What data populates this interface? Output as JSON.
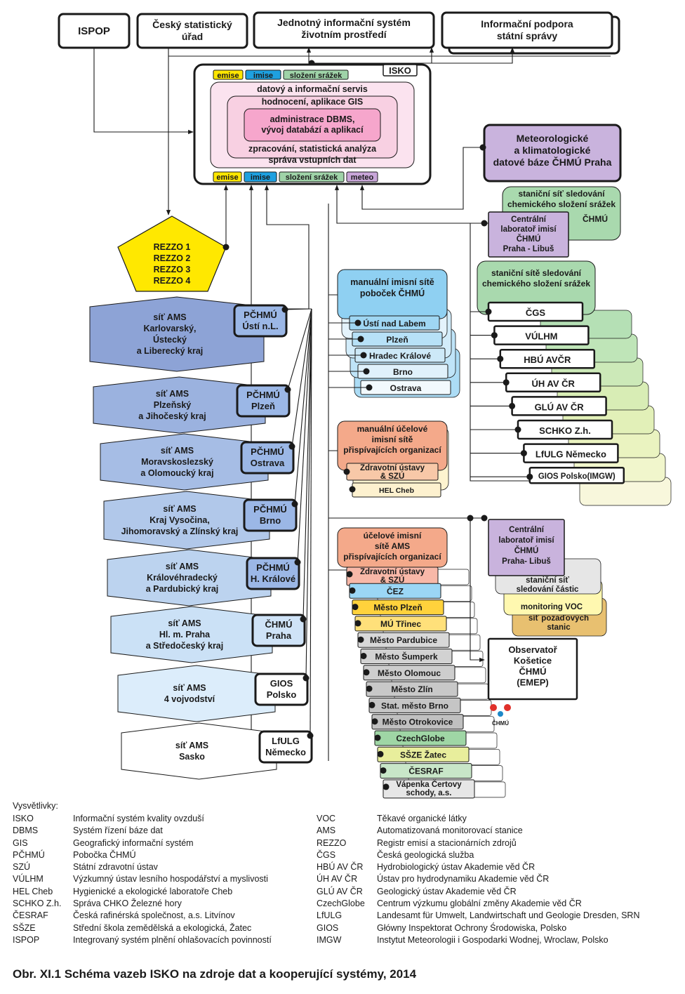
{
  "top": {
    "ispop": "ISPOP",
    "csu": [
      "Český statistický",
      "úřad"
    ],
    "jis": [
      "Jednotný informační systém",
      "životním prostředí"
    ],
    "ipss": [
      "Informační podpora",
      "státní správy"
    ]
  },
  "isko": {
    "title": "ISKO",
    "tags_top": [
      "emise",
      "imise",
      "složení srážek"
    ],
    "tags_bottom": [
      "emise",
      "imise",
      "složení srážek",
      "meteo"
    ],
    "layers": [
      "datový a informační servis",
      "hodnocení, aplikace GIS",
      "administrace DBMS,",
      "vývoj databází a aplikací",
      "zpracování, statistická analýza",
      "správa vstupních dat"
    ]
  },
  "meteo_db": [
    "Meteorologické",
    "a klimatologické",
    "datové báze ČHMÚ Praha"
  ],
  "rezzo": [
    "REZZO 1",
    "REZZO 2",
    "REZZO 3",
    "REZZO 4"
  ],
  "ams_networks": [
    {
      "lines": [
        "síť AMS",
        "Karlovarský,",
        "Ústecký",
        "a Liberecký kraj"
      ],
      "branch": [
        "PČHMÚ",
        "Ústí n.L."
      ],
      "fill": "#8da3d6"
    },
    {
      "lines": [
        "síť AMS",
        "Plzeňský",
        "a Jihočeský kraj"
      ],
      "branch": [
        "PČHMÚ",
        "Plzeň"
      ],
      "fill": "#9bb2df"
    },
    {
      "lines": [
        "síť AMS",
        "Moravskoslezský",
        "a Olomoucký kraj"
      ],
      "branch": [
        "PČHMÚ",
        "Ostrava"
      ],
      "fill": "#a6bde5"
    },
    {
      "lines": [
        "síť AMS",
        "Kraj Vysočina,",
        "Jihomoravský a Zlínský kraj"
      ],
      "branch": [
        "PČHMÚ",
        "Brno"
      ],
      "fill": "#b1c8ea"
    },
    {
      "lines": [
        "síť AMS",
        "Královéhradecký",
        "a Pardubický kraj"
      ],
      "branch": [
        "PČHMÚ",
        "H. Králové"
      ],
      "fill": "#bcd3ef"
    },
    {
      "lines": [
        "síť AMS",
        "Hl. m. Praha",
        "a Středočeský kraj"
      ],
      "branch": [
        "ČHMÚ",
        "Praha"
      ],
      "fill": "#cbe1f6"
    },
    {
      "lines": [
        "síť AMS",
        "4 vojvodství"
      ],
      "branch": [
        "GIOS",
        "Polsko"
      ],
      "fill": "#dcedfb"
    },
    {
      "lines": [
        "síť AMS",
        "Sasko"
      ],
      "branch": [
        "LfULG",
        "Německo"
      ],
      "fill": "#ffffff"
    }
  ],
  "manual_branch": {
    "title": [
      "manuální imisní sítě",
      "poboček ČHMÚ"
    ],
    "items": [
      "Ústí nad Labem",
      "Plzeň",
      "Hradec Králové",
      "Brno",
      "Ostrava"
    ]
  },
  "manual_org": {
    "title": [
      "manuální účelové",
      "imisní sítě",
      "přispívajících organizací"
    ],
    "items": [
      [
        "Zdravotní ústavy",
        "& SZÚ"
      ],
      [
        "HEL Cheb"
      ]
    ]
  },
  "purpose_ams": {
    "title": [
      "účelové imisní",
      "sítě AMS",
      "přispívajících organizací"
    ],
    "items": [
      [
        "Zdravotní ústavy",
        "& SZÚ"
      ],
      [
        "ČEZ"
      ],
      [
        "Město Plzeň"
      ],
      [
        "MÚ Třinec"
      ],
      [
        "Město Pardubice"
      ],
      [
        "Město Šumperk"
      ],
      [
        "Město Olomouc"
      ],
      [
        "Město Zlín"
      ],
      [
        "Stat. město Brno"
      ],
      [
        "Město Otrokovice"
      ],
      [
        "CzechGlobe"
      ],
      [
        "SŠZE Žatec"
      ],
      [
        "ČESRAF"
      ],
      [
        "Vápenka Čertovy",
        "schody, a.s."
      ]
    ]
  },
  "prec1": {
    "title": [
      "staniční síť sledování",
      "chemického složení srážek"
    ],
    "suffix": "ČHMÚ",
    "lab": [
      "Centrální",
      "laboratoř imisí",
      "ČHMÚ",
      "Praha - Libuš"
    ]
  },
  "prec2": {
    "title": [
      "staniční sítě sledování",
      "chemického složení srážek"
    ],
    "items": [
      "ČGS",
      "VÚLHM",
      "HBÚ AVČR",
      "ÚH AV ČR",
      "GLÚ AV ČR",
      "SCHKO Z.h.",
      "LfULG Německo",
      "GIOS Polsko(IMGW)"
    ]
  },
  "lab2": {
    "title": [
      "Centrální",
      "laboratoř imisí",
      "ČHMÚ",
      "Praha-  Libuš"
    ],
    "stacks": [
      [
        "staniční síť",
        "sledování částic"
      ],
      [
        "monitoring VOC"
      ],
      [
        "síť pozaďových",
        "stanic"
      ]
    ]
  },
  "kosetice": [
    "Observatoř",
    "Košetice",
    "ČHMÚ",
    "(EMEP)"
  ],
  "logo_text": "ČHMÚ",
  "legend_title": "Vysvětlivky:",
  "legend_left": [
    [
      "ISKO",
      "Informační systém kvality ovzduší"
    ],
    [
      "DBMS",
      "Systém řízení báze dat"
    ],
    [
      "GIS",
      "Geografický informační systém"
    ],
    [
      "PČHMÚ",
      "Pobočka ČHMÚ"
    ],
    [
      "SZÚ",
      "Státní zdravotní ústav"
    ],
    [
      "VÚLHM",
      "Výzkumný ústav lesního hospodářství a myslivosti"
    ],
    [
      "HEL Cheb",
      "Hygienické a ekologické laboratoře Cheb"
    ],
    [
      "SCHKO Z.h.",
      "Správa CHKO Železné hory"
    ],
    [
      "ČESRAF",
      "Česká rafinérská společnost, a.s. Litvínov"
    ],
    [
      "SŠZE",
      "Střední škola zemědělská a ekologická, Žatec"
    ],
    [
      "ISPOP",
      "Integrovaný systém plnění ohlašovacích povinností"
    ]
  ],
  "legend_right": [
    [
      "VOC",
      "Těkavé organické látky"
    ],
    [
      "AMS",
      "Automatizovaná monitorovací stanice"
    ],
    [
      "REZZO",
      "Registr emisí a stacionárních zdrojů"
    ],
    [
      "ČGS",
      "Česká geologická služba"
    ],
    [
      "HBÚ AV ČR",
      "Hydrobiologický ústav Akademie věd ČR"
    ],
    [
      "ÚH AV ČR",
      "Ústav pro hydrodynamiku Akademie věd ČR"
    ],
    [
      "GLÚ AV ČR",
      "Geologický ústav Akademie věd ČR"
    ],
    [
      "CzechGlobe",
      "Centrum výzkumu globální změny Akademie věd ČR"
    ],
    [
      "LfULG",
      "Landesamt für Umwelt, Landwirtschaft und Geologie Dresden, SRN"
    ],
    [
      "GIOS",
      "Główny Inspektorat Ochrony Środowiska, Polsko"
    ],
    [
      "IMGW",
      "Instytut Meteorologii i Gospodarki Wodnej, Wroclaw, Polsko"
    ]
  ],
  "caption": "Obr. XI.1  Schéma vazeb ISKO na zdroje dat a kooperující systémy, 2014",
  "colors": {
    "emise": "#ffe600",
    "imise": "#1ea0e0",
    "srazky": "#9fd3a8",
    "meteo": "#c9a6d9",
    "pink": "#f6a6cc",
    "rezzo": "#ffe800",
    "blue_box": "#9bb7e6",
    "orange": "#f4a98a",
    "green": "#a9d9ae",
    "purple": "#c9b3dd",
    "line": "#1a1a1a"
  }
}
